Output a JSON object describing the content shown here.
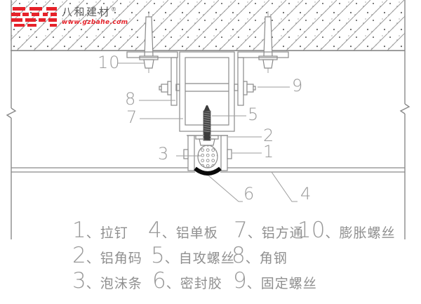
{
  "logo": {
    "brand": "八和建材",
    "registered_mark": "®",
    "website": "www.gzbahe.com",
    "brand_color": "#e6222a"
  },
  "colors": {
    "drawing_line": "#8a8a8a",
    "leader_line": "#9e9e9e",
    "sealant": "#0a0a0a",
    "text_gray": "#8f8f8f"
  },
  "diagram": {
    "callouts": [
      {
        "num": "10"
      },
      {
        "num": "9"
      },
      {
        "num": "8"
      },
      {
        "num": "7"
      },
      {
        "num": "5"
      },
      {
        "num": "2"
      },
      {
        "num": "1"
      },
      {
        "num": "3"
      },
      {
        "num": "6"
      },
      {
        "num": "4"
      }
    ],
    "parts": [
      "concrete-slab",
      "expansion-bolt",
      "angle-steel",
      "aluminum-square-tube",
      "self-tapping-screw",
      "aluminum-corner-code",
      "pull-rivet",
      "foam-strip",
      "sealant",
      "aluminum-panel",
      "fixing-screw"
    ]
  },
  "legend": {
    "items": [
      {
        "num": "1",
        "label": "、拉钉"
      },
      {
        "num": "4",
        "label": "、铝单板"
      },
      {
        "num": "7",
        "label": "、铝方通"
      },
      {
        "num": "10",
        "label": "、膨胀螺丝"
      },
      {
        "num": "2",
        "label": "、铝角码"
      },
      {
        "num": "5",
        "label": "、自攻螺丝"
      },
      {
        "num": "8",
        "label": "、角钢"
      },
      {
        "num": "3",
        "label": "、泡沫条"
      },
      {
        "num": "6",
        "label": "、密封胶"
      },
      {
        "num": "9",
        "label": "、固定螺丝"
      }
    ]
  }
}
